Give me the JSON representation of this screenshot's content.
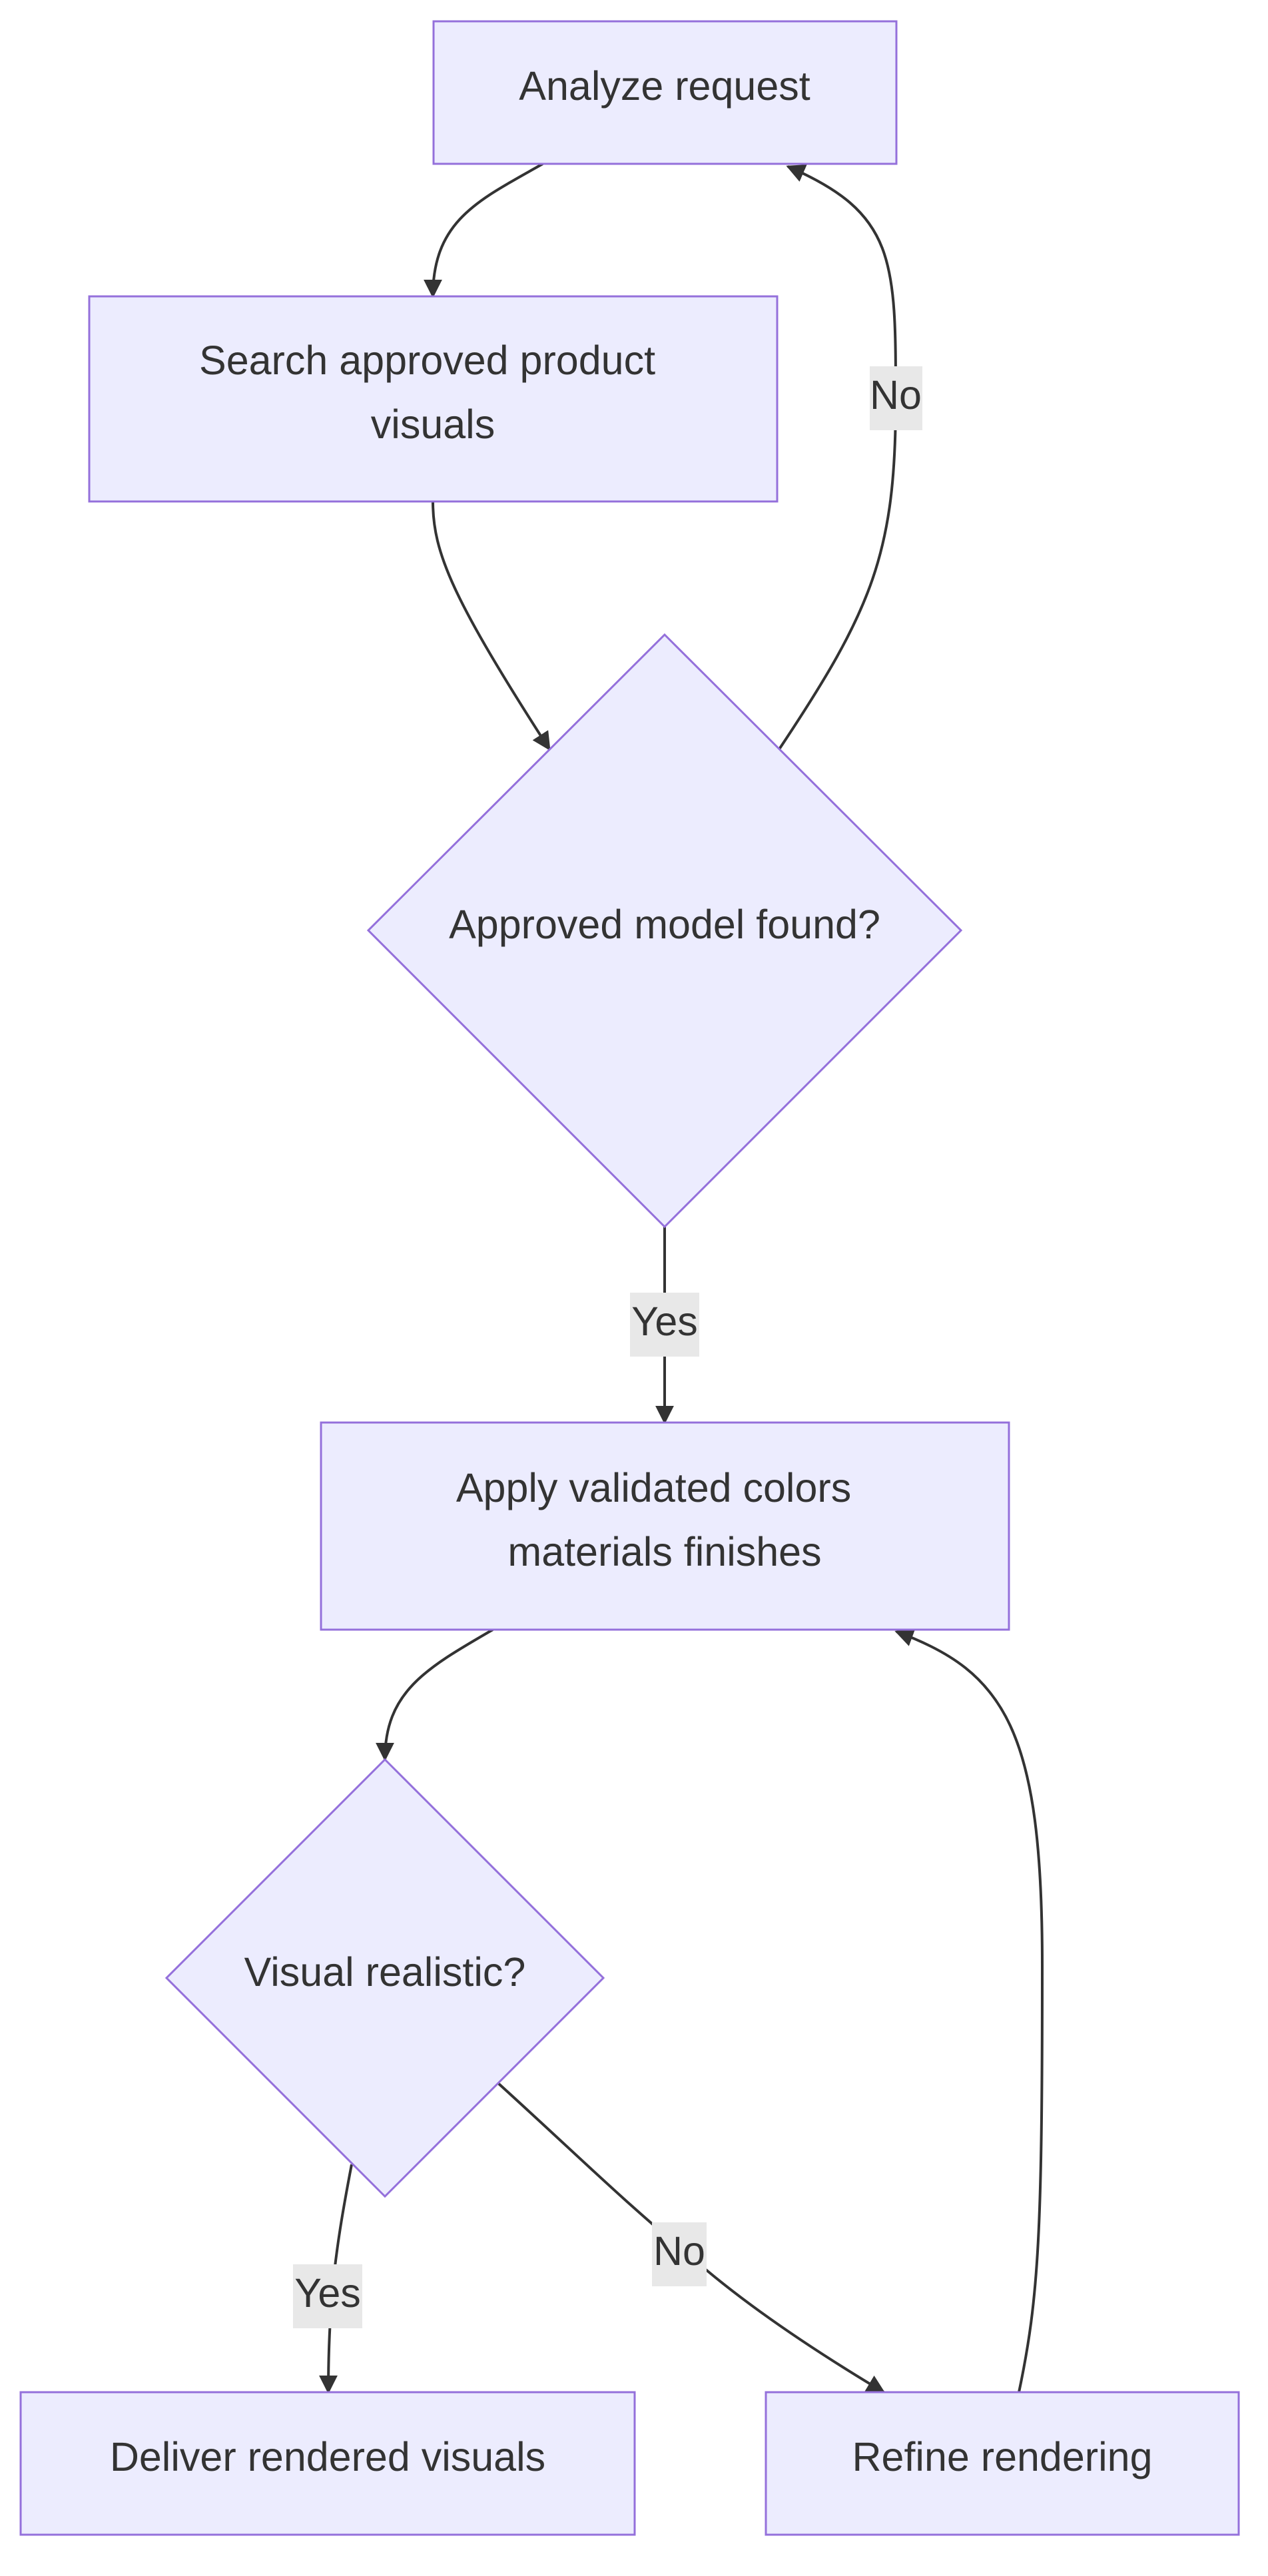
{
  "nodes": {
    "analyze": {
      "lines": [
        "Analyze request"
      ]
    },
    "search": {
      "lines": [
        "Search approved product",
        "visuals"
      ]
    },
    "decision_model": {
      "lines": [
        "Approved model found?"
      ]
    },
    "apply": {
      "lines": [
        "Apply validated colors",
        "materials finishes"
      ]
    },
    "decision_visual": {
      "lines": [
        "Visual realistic?"
      ]
    },
    "deliver": {
      "lines": [
        "Deliver rendered visuals"
      ]
    },
    "refine": {
      "lines": [
        "Refine rendering"
      ]
    }
  },
  "edges": {
    "model_no": "No",
    "model_yes": "Yes",
    "visual_yes": "Yes",
    "visual_no": "No"
  },
  "colors": {
    "node_fill": "#ececfe",
    "node_stroke": "#9470db",
    "edge": "#333333",
    "edge_label_bg": "#e8e8e8"
  }
}
